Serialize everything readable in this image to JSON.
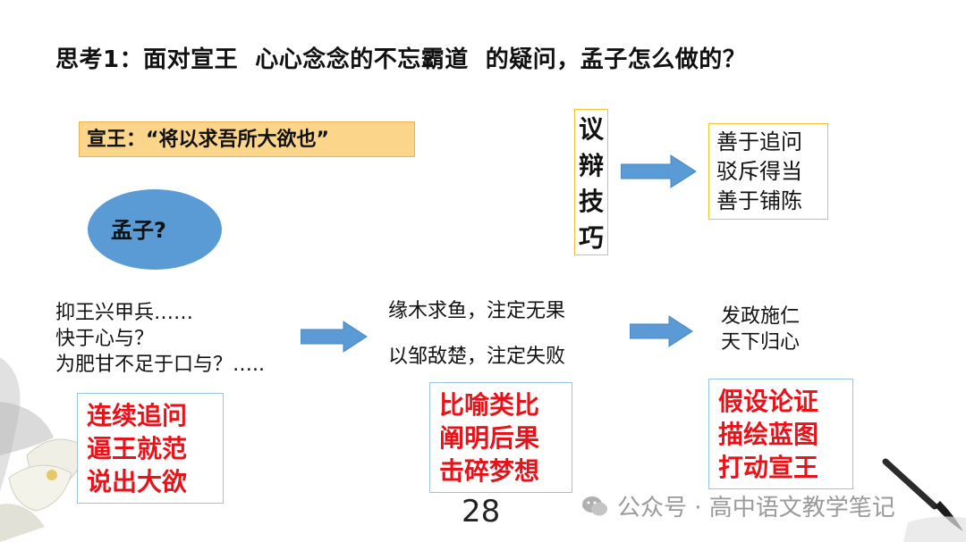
{
  "title": "思考1：面对宣王  心心念念的不忘霸道  的疑问，孟子怎么做的？",
  "quote": "宣王：“将以求吾所大欲也”",
  "ellipse_label": "孟子?",
  "vertical_box": [
    "议",
    "辩",
    "技",
    "巧"
  ],
  "skills_box": [
    "善于追问",
    "驳斥得当",
    "善于铺陈"
  ],
  "col1": {
    "text": [
      "抑王兴甲兵……",
      "快于心与？",
      "为肥甘不足于口与？….."
    ],
    "red": [
      "连续追问",
      "逼王就范",
      "说出大欲"
    ]
  },
  "col2": {
    "text": [
      "缘木求鱼，注定无果",
      "以邹敌楚，注定失败"
    ],
    "red": [
      "比喻类比",
      "阐明后果",
      "击碎梦想"
    ]
  },
  "col3": {
    "text": [
      "发政施仁",
      "天下归心"
    ],
    "red": [
      "假设论证",
      "描绘蓝图",
      "打动宣王"
    ]
  },
  "page_number": "28",
  "watermark": "公众号 · 高中语文教学笔记",
  "colors": {
    "arrow": "#5b9bd5",
    "red": "#e8131a",
    "quote_bg": "#fbd58a"
  }
}
